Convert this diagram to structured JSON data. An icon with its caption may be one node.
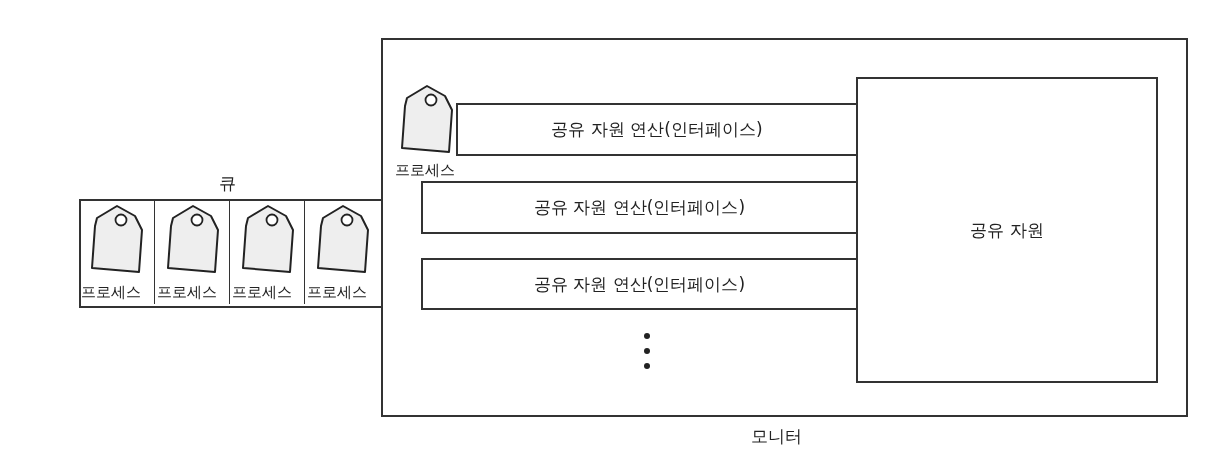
{
  "diagram": {
    "nodes": [
      {
        "text": [
          "모니터"
        ]
      },
      {
        "text": [
          "프로세스"
        ],
        "in": 0
      },
      {
        "text": [
          "공유 자원 연산(인터페이스)"
        ],
        "in": 0
      },
      {
        "text": [
          "공유 자원 연산(인터페이스)"
        ],
        "in": 0
      },
      {
        "text": [
          "공유 자원 연산(인터페이스)"
        ],
        "in": 0
      },
      {
        "text": [
          "공유 자원"
        ],
        "in": 0
      },
      {
        "text": [
          "큐"
        ]
      },
      {
        "text": [
          "프로세스"
        ],
        "in": 6
      },
      {
        "text": [
          "프로세스"
        ],
        "in": 6
      },
      {
        "text": [
          "프로세스"
        ],
        "in": 6
      },
      {
        "text": [
          "프로세스"
        ],
        "in": 6
      }
    ]
  }
}
